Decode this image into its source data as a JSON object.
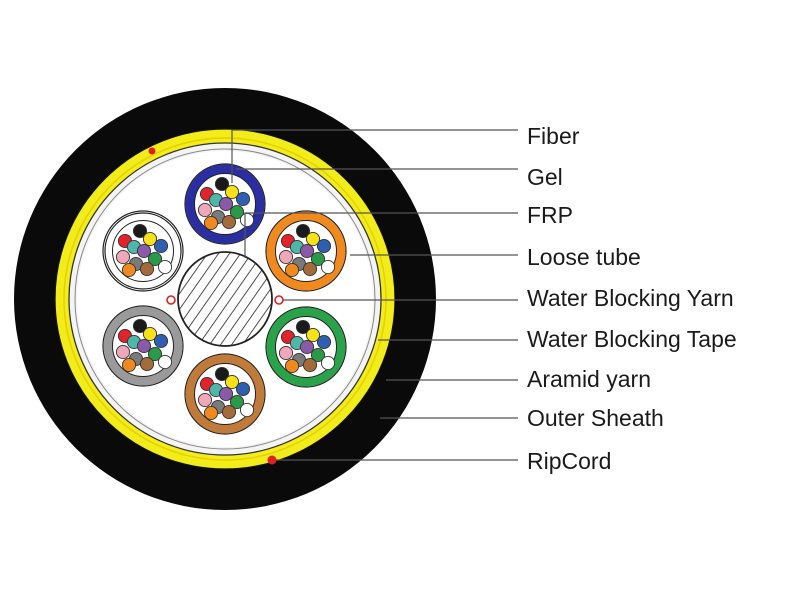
{
  "labels": {
    "fiber": "Fiber",
    "gel": "Gel",
    "frp": "FRP",
    "loose_tube": "Loose tube",
    "water_blocking_yarn": "Water Blocking Yarn",
    "water_blocking_tape": "Water Blocking Tape",
    "aramid_yarn": "Aramid yarn",
    "outer_sheath": "Outer  Sheath",
    "ripcord": "RipCord"
  },
  "colors": {
    "outer_sheath": "#0a0a0a",
    "aramid_yarn": "#f2ec1a",
    "water_blocking_tape": "#f4f4f4",
    "ripcord": "#e02020",
    "leader_line": "#555555",
    "tube_blue": "#2b2ea3",
    "tube_orange": "#f08a1e",
    "tube_green": "#2aa24a",
    "tube_brown": "#c07a3a",
    "tube_grey": "#9a9a9a",
    "tube_white": "#ffffff",
    "fiber_colors": [
      "#1a1a1a",
      "#f7e21a",
      "#e2232b",
      "#2e5fb0",
      "#4db7a8",
      "#8a5aa8",
      "#f0a7b8",
      "#ffffff",
      "#2a9a48",
      "#7a7a7a",
      "#a36a3a",
      "#f08a1e"
    ]
  }
}
